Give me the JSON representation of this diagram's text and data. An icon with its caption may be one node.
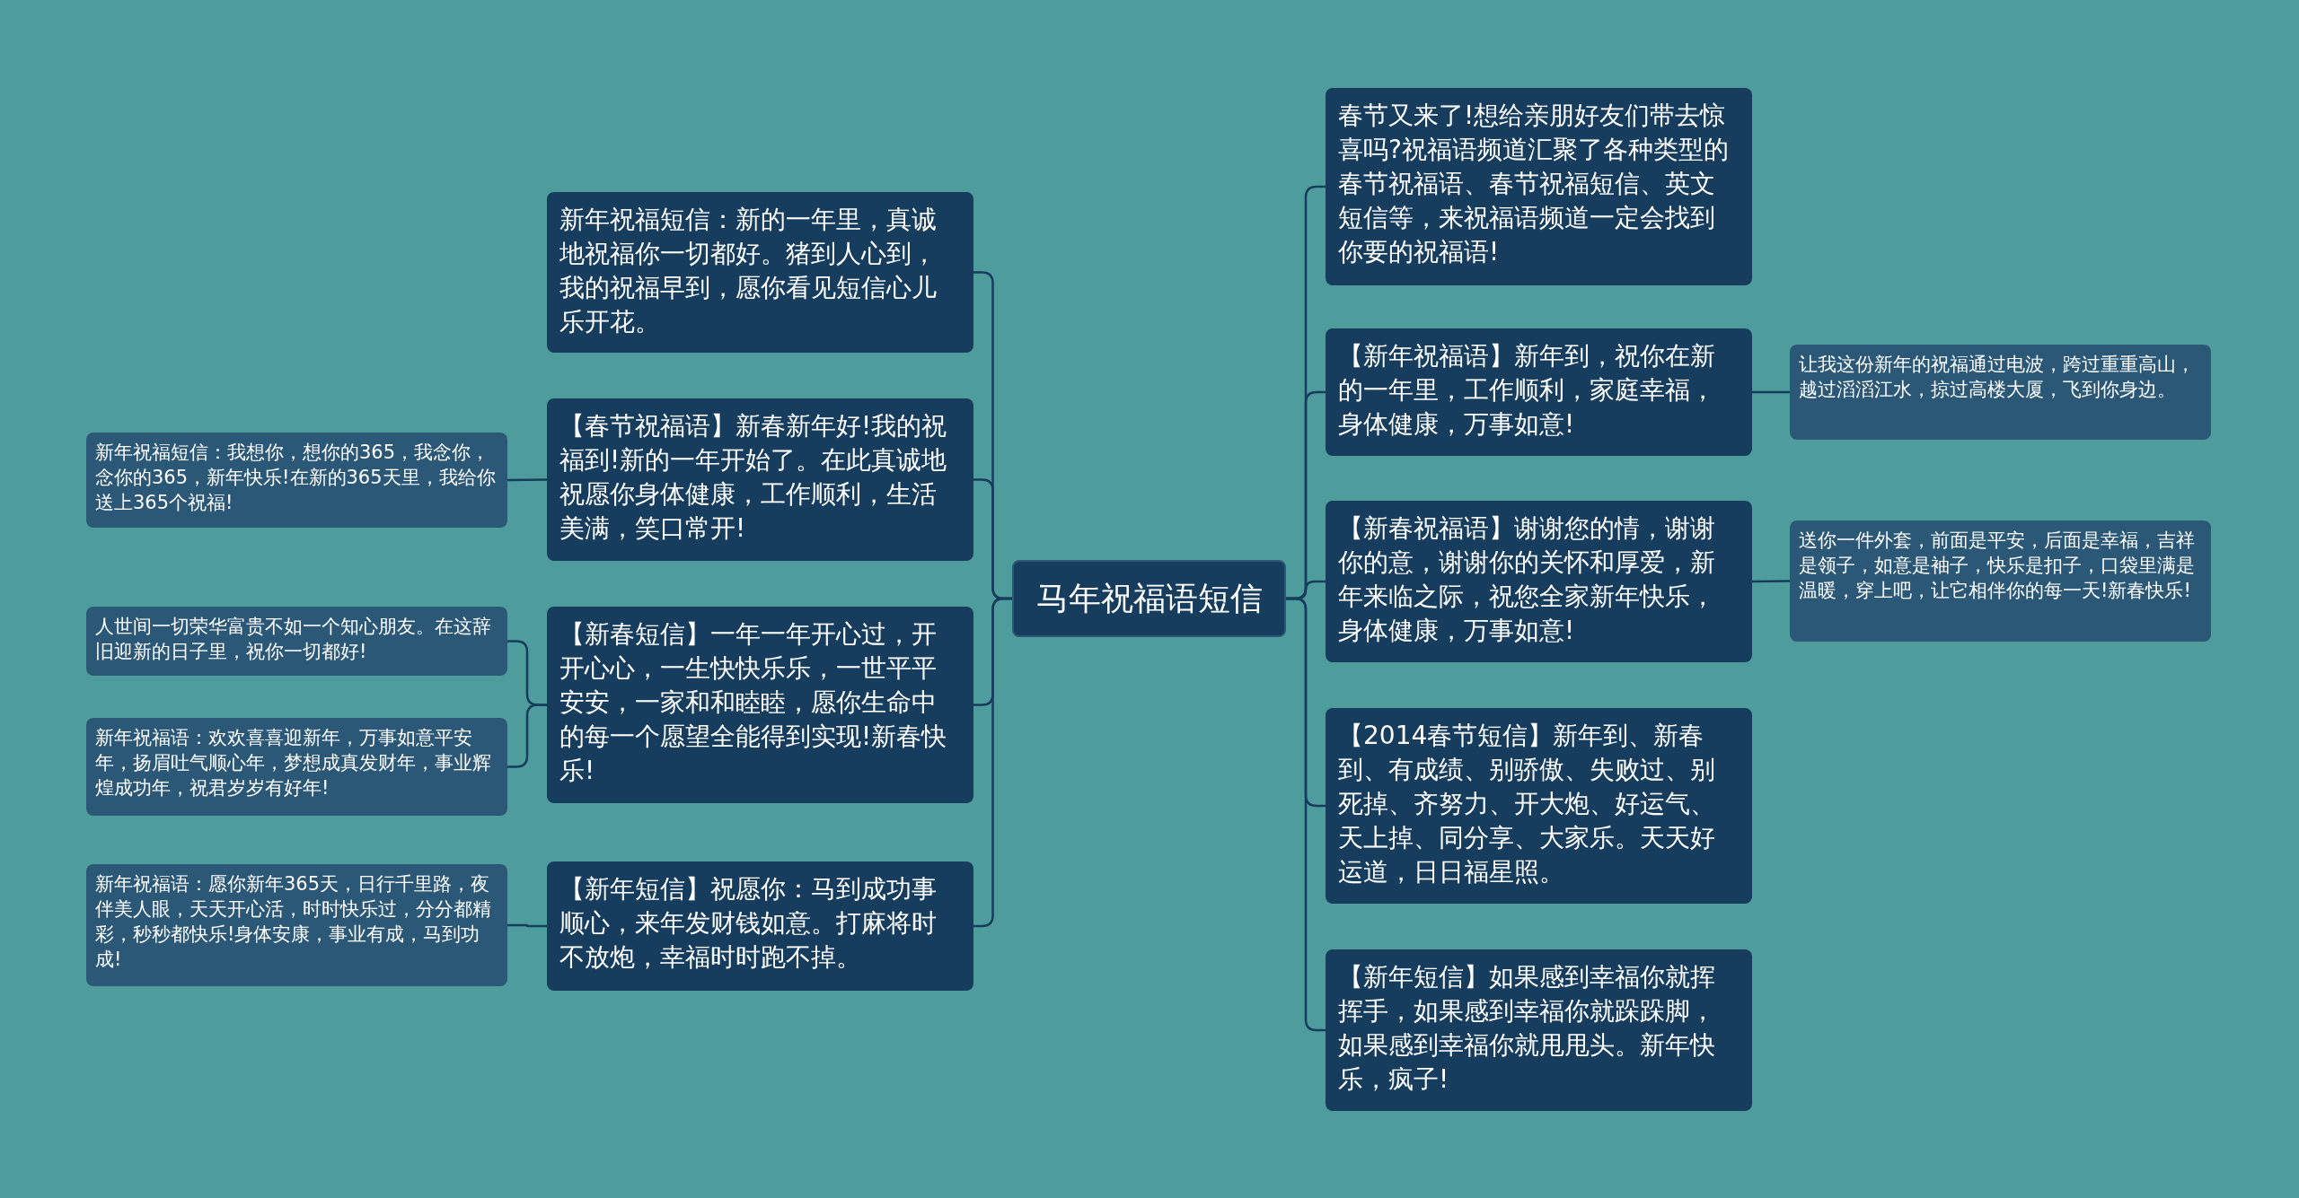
{
  "diagram": {
    "nodes": [
      {
        "text": [
          "马年祝福语短信"
        ]
      },
      {
        "text": [
          "新年祝福短信：新的一年里，真诚地祝福你一切都好。猪到人心到，我的祝福早到，愿你看见短信心儿乐开花。"
        ]
      },
      {
        "text": [
          "【春节祝福语】新春新年好!我的祝福到!新的一年开始了。在此真诚地祝愿你身体健康，工作顺利，生活美满，笑口常开!"
        ]
      },
      {
        "text": [
          "新年祝福短信：我想你，想你的365，我念你，念你的365，新年快乐!在新的365天里，我给你送上365个祝福!"
        ]
      },
      {
        "text": [
          "【新春短信】一年一年开心过，开开心心，一生快快乐乐，一世平平安安，一家和和睦睦，愿你生命中的每一个愿望全能得到实现!新春快乐!"
        ]
      },
      {
        "text": [
          "人世间一切荣华富贵不如一个知心朋友。在这辞旧迎新的日子里，祝你一切都好!"
        ]
      },
      {
        "text": [
          "新年祝福语：欢欢喜喜迎新年，万事如意平安年，扬眉吐气顺心年，梦想成真发财年，事业辉煌成功年，祝君岁岁有好年!"
        ]
      },
      {
        "text": [
          "【新年短信】祝愿你：马到成功事顺心，来年发财钱如意。打麻将时不放炮，幸福时时跑不掉。"
        ]
      },
      {
        "text": [
          "新年祝福语：愿你新年365天，日行千里路，夜伴美人眼，天天开心活，时时快乐过，分分都精彩，秒秒都快乐!身体安康，事业有成，马到功成!"
        ]
      },
      {
        "text": [
          "春节又来了!想给亲朋好友们带去惊喜吗?祝福语频道汇聚了各种类型的春节祝福语、春节祝福短信、英文短信等，来祝福语频道一定会找到你要的祝福语!"
        ]
      },
      {
        "text": [
          "【新年祝福语】新年到，祝你在新的一年里，工作顺利，家庭幸福，身体健康，万事如意!"
        ]
      },
      {
        "text": [
          "让我这份新年的祝福通过电波，跨过重重高山，越过滔滔江水，掠过高楼大厦，飞到你身边。"
        ]
      },
      {
        "text": [
          "【新春祝福语】谢谢您的情，谢谢你的意，谢谢你的关怀和厚爱，新年来临之际，祝您全家新年快乐，身体健康，万事如意!"
        ]
      },
      {
        "text": [
          "送你一件外套，前面是平安，后面是幸福，吉祥是领子，如意是袖子，快乐是扣子，口袋里满是温暖，穿上吧，让它相伴你的每一天!新春快乐!"
        ]
      },
      {
        "text": [
          "【2014春节短信】新年到、新春到、有成绩、别骄傲、失败过、别死掉、齐努力、开大炮、好运气、天上掉、同分享、大家乐。天天好运道，日日福星照。"
        ]
      },
      {
        "text": [
          "【新年短信】如果感到幸福你就挥挥手，如果感到幸福你就跺跺脚，如果感到幸福你就甩甩头。新年快乐，疯子!"
        ]
      }
    ],
    "edges": [
      {
        "from": 0,
        "to": 1,
        "arrow": "none"
      },
      {
        "from": 0,
        "to": 2,
        "arrow": "none"
      },
      {
        "from": 2,
        "to": 3,
        "arrow": "none"
      },
      {
        "from": 0,
        "to": 4,
        "arrow": "none"
      },
      {
        "from": 4,
        "to": 5,
        "arrow": "none"
      },
      {
        "from": 4,
        "to": 6,
        "arrow": "none"
      },
      {
        "from": 0,
        "to": 7,
        "arrow": "none"
      },
      {
        "from": 7,
        "to": 8,
        "arrow": "none"
      },
      {
        "from": 0,
        "to": 9,
        "arrow": "none"
      },
      {
        "from": 0,
        "to": 10,
        "arrow": "none"
      },
      {
        "from": 10,
        "to": 11,
        "arrow": "none"
      },
      {
        "from": 0,
        "to": 12,
        "arrow": "none"
      },
      {
        "from": 12,
        "to": 13,
        "arrow": "none"
      },
      {
        "from": 0,
        "to": 14,
        "arrow": "none"
      },
      {
        "from": 0,
        "to": 15,
        "arrow": "none"
      }
    ]
  }
}
